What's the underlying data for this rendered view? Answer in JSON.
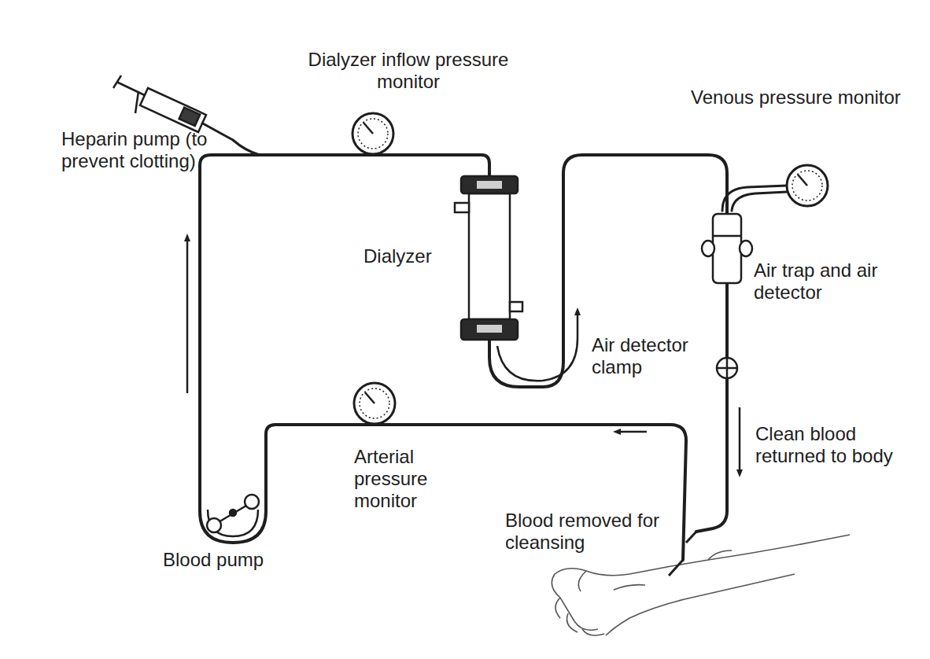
{
  "diagram": {
    "labels": [
      "Dialyzer inflow pressure monitor",
      "Heparin pump (to prevent clotting)",
      "Venous pressure monitor",
      "Dialyzer",
      "Air trap and air detector",
      "Air detector clamp",
      "Clean blood returned to body",
      "Arterial pressure monitor",
      "Blood removed for cleansing",
      "Blood pump"
    ]
  }
}
